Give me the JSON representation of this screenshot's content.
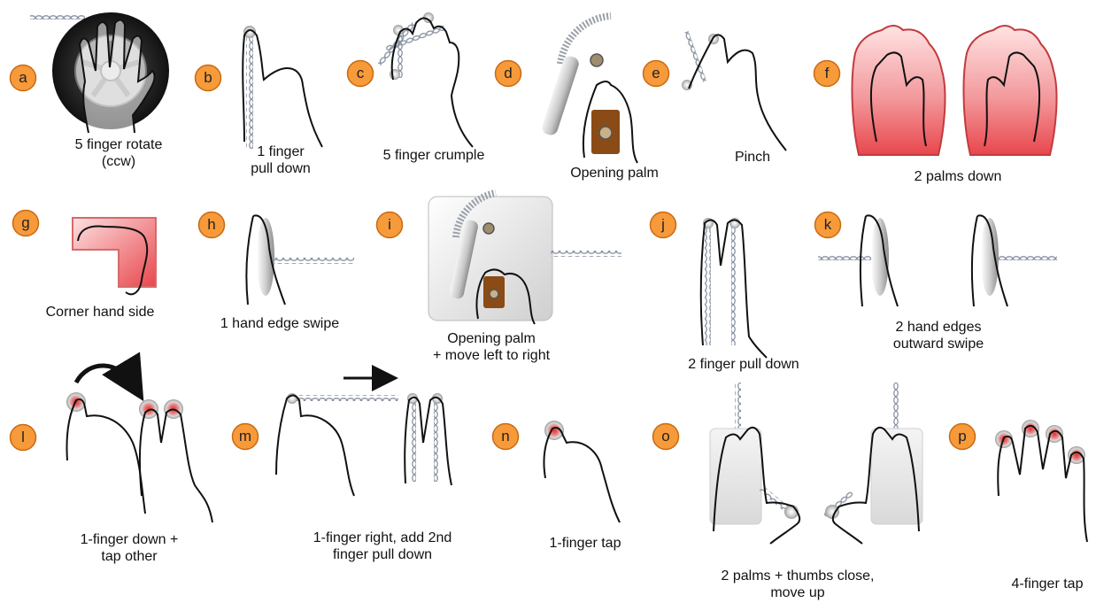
{
  "colors": {
    "badge_fill": "#f79a3a",
    "badge_stroke": "#c96a12",
    "palm_red": "#e8474d",
    "chain": "#8a93a3",
    "contact_red": "#e03030",
    "knob_brown": "#8a4b16"
  },
  "gestures": [
    {
      "letter": "a",
      "caption_lines": [
        "5 finger rotate",
        "(ccw)"
      ]
    },
    {
      "letter": "b",
      "caption_lines": [
        "1 finger",
        "pull down"
      ]
    },
    {
      "letter": "c",
      "caption_lines": [
        "5 finger crumple"
      ]
    },
    {
      "letter": "d",
      "caption_lines": [
        "Opening palm"
      ]
    },
    {
      "letter": "e",
      "caption_lines": [
        "Pinch"
      ]
    },
    {
      "letter": "f",
      "caption_lines": [
        "2 palms down"
      ]
    },
    {
      "letter": "g",
      "caption_lines": [
        "Corner hand side"
      ]
    },
    {
      "letter": "h",
      "caption_lines": [
        "1 hand edge swipe"
      ]
    },
    {
      "letter": "i",
      "caption_lines": [
        "Opening palm",
        "+ move left to right"
      ]
    },
    {
      "letter": "j",
      "caption_lines": [
        "2 finger pull down"
      ]
    },
    {
      "letter": "k",
      "caption_lines": [
        "2 hand edges",
        "outward swipe"
      ]
    },
    {
      "letter": "l",
      "caption_lines": [
        "1-finger down +",
        "tap other"
      ]
    },
    {
      "letter": "m",
      "caption_lines": [
        "1-finger right, add 2nd",
        "finger pull down"
      ]
    },
    {
      "letter": "n",
      "caption_lines": [
        "1-finger tap"
      ]
    },
    {
      "letter": "o",
      "caption_lines": [
        "2 palms + thumbs close,",
        "move up"
      ]
    },
    {
      "letter": "p",
      "caption_lines": [
        "4-finger tap"
      ]
    }
  ]
}
